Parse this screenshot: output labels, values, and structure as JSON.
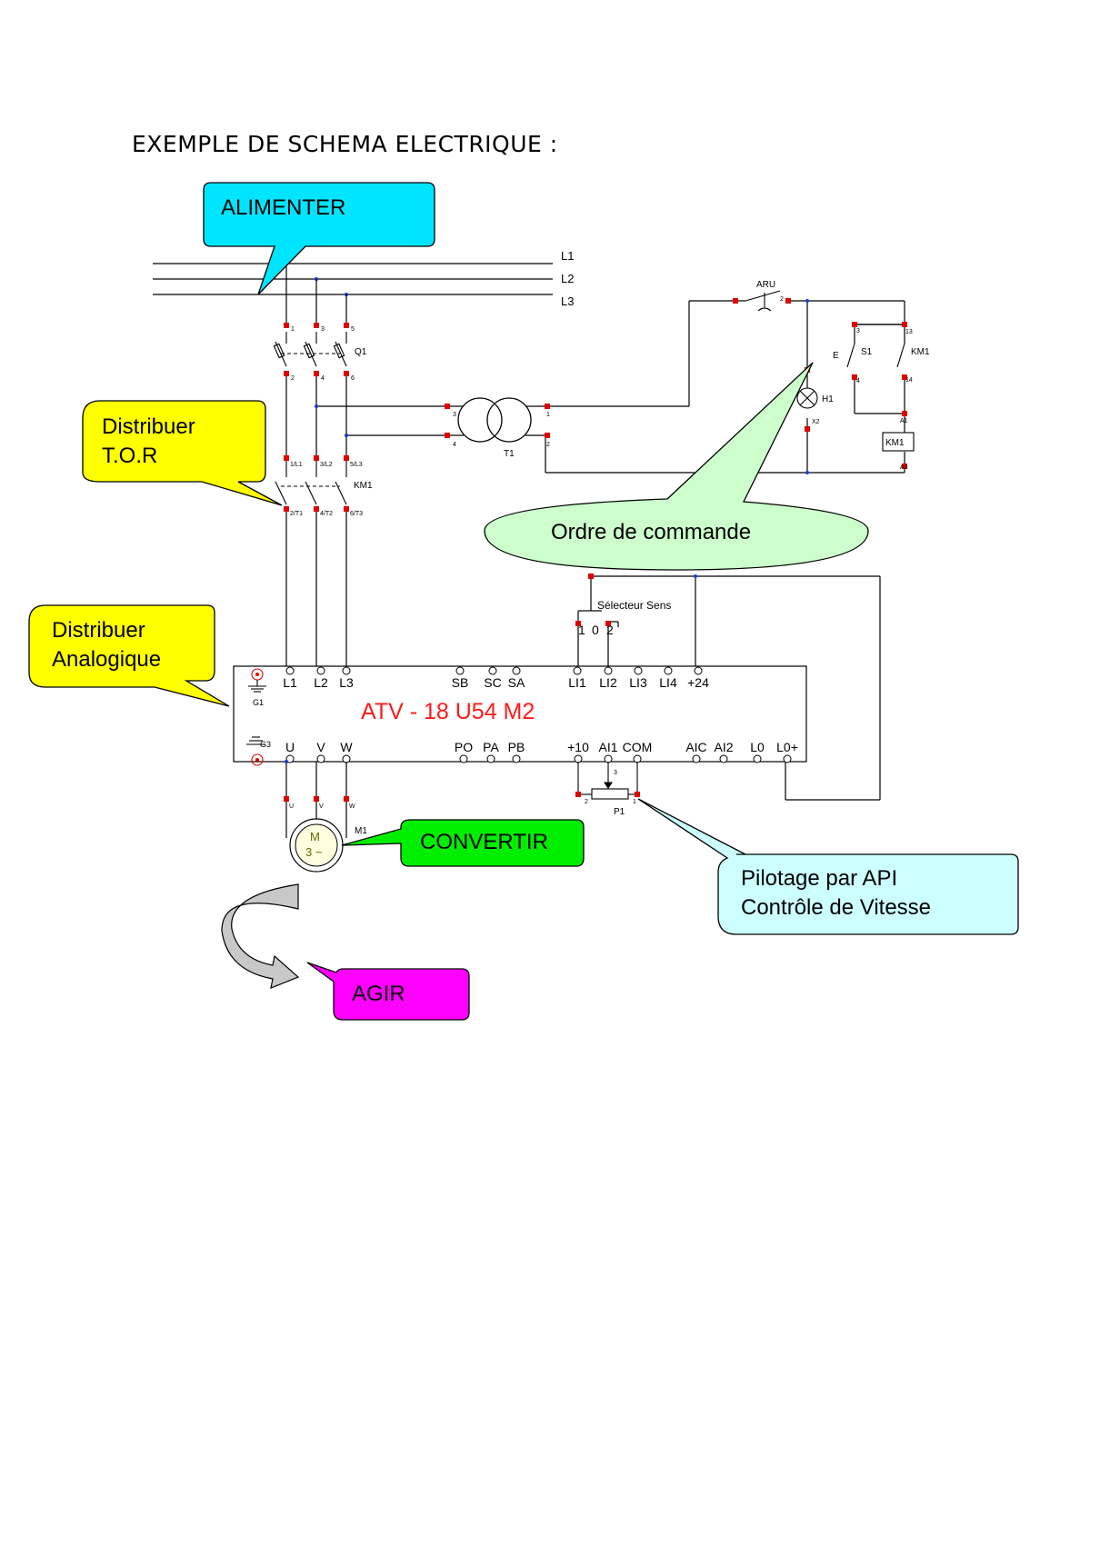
{
  "title": "EXEMPLE DE SCHEMA ELECTRIQUE :",
  "callouts": {
    "alimenter": "ALIMENTER",
    "distribuer_tor_1": "Distribuer",
    "distribuer_tor_2": "T.O.R",
    "ordre": "Ordre de commande",
    "distribuer_ana_1": "Distribuer",
    "distribuer_ana_2": "Analogique",
    "convertir": "CONVERTIR",
    "pilotage_1": "Pilotage par API",
    "pilotage_2": "Contrôle de Vitesse",
    "agir": "AGIR"
  },
  "colors": {
    "alimenter": "#00e5ff",
    "distribuer": "#ffff00",
    "ordre": "#ccffcc",
    "convertir": "#00ee00",
    "pilotage": "#ccffff",
    "agir": "#ff00ff",
    "drive_label": "#ff1a1a",
    "terminal_red": "#e00000",
    "node_blue": "#1a3ccc"
  },
  "lines": {
    "l1": "L1",
    "l2": "L2",
    "l3": "L3"
  },
  "q1": {
    "name": "Q1",
    "t1": "1",
    "t3": "3",
    "t5": "5",
    "t2": "2",
    "t4": "4",
    "t6": "6"
  },
  "km1_power": {
    "name": "KM1",
    "in1": "1/L1",
    "in2": "3/L2",
    "in3": "5/L3",
    "out1": "2/T1",
    "out2": "4/T2",
    "out3": "6/T3"
  },
  "transformer": {
    "name": "T1",
    "p3": "3",
    "p4": "4",
    "s1": "1",
    "s2": "2"
  },
  "control": {
    "aru": "ARU",
    "aru_2": "2",
    "s1": "S1",
    "s1_3": "3",
    "s1_4": "4",
    "e": "E",
    "km1_contact": "KM1",
    "c13": "13",
    "c14": "14",
    "h1": "H1",
    "x2": "X2",
    "coil": "KM1",
    "a1": "A1",
    "a2": "A2"
  },
  "selector": {
    "label": "Sélecteur Sens",
    "p1": "1",
    "p0": "0",
    "p2": "2"
  },
  "drive": {
    "label": "ATV - 18  U54 M2",
    "g1": "G1",
    "g3": "G3",
    "top_terminals": [
      "L1",
      "L2",
      "L3",
      "SB",
      "SC",
      "SA",
      "LI1",
      "LI2",
      "LI3",
      "LI4",
      "+24"
    ],
    "bottom_terminals": [
      "U",
      "V",
      "W",
      "PO",
      "PA",
      "PB",
      "+10",
      "AI1",
      "COM",
      "AIC",
      "AI2",
      "L0",
      "L0+"
    ]
  },
  "pot": {
    "name": "P1",
    "p1": "1",
    "p2": "2",
    "p3": "3"
  },
  "motor": {
    "name": "M1",
    "m": "M",
    "phase": "3 ~",
    "u": "U",
    "v": "V",
    "w": "W"
  }
}
